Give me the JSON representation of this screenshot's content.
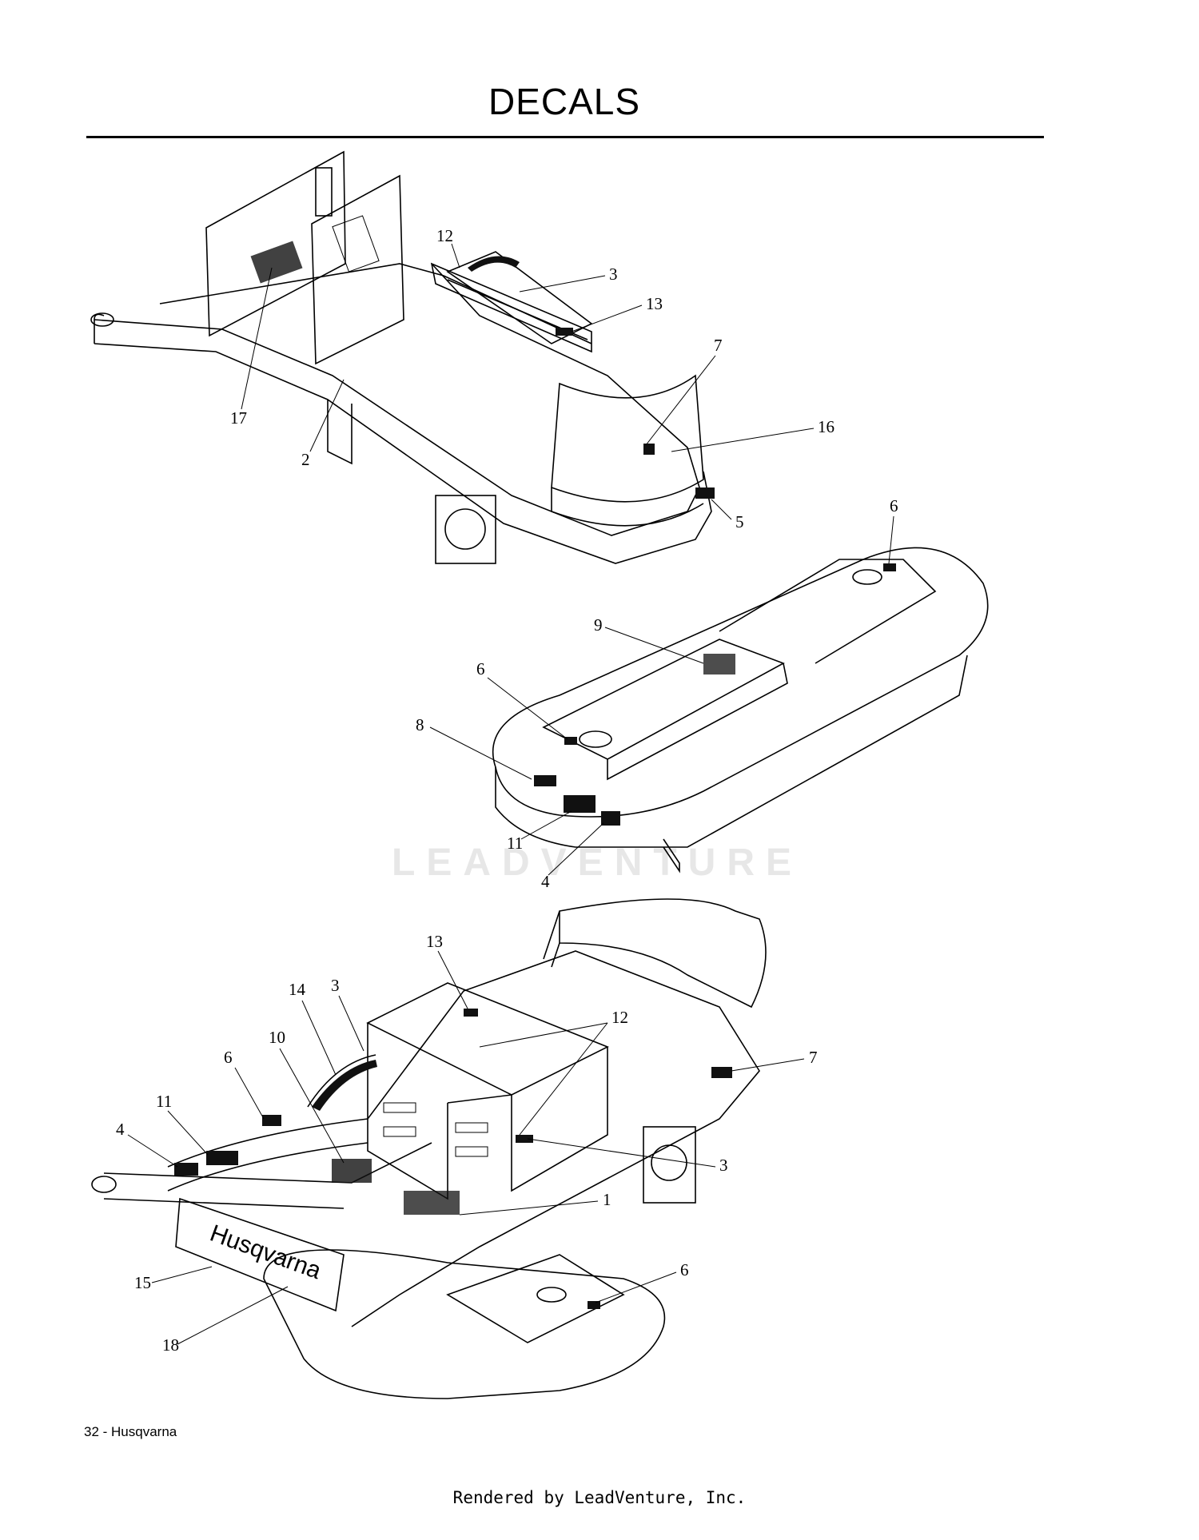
{
  "header": {
    "title": "DECALS"
  },
  "watermark": "LEADVENTURE",
  "footer": {
    "page_label": "32 - Husqvarna",
    "rendered_by": "Rendered by LeadVenture, Inc."
  },
  "brand_text": "Husqvarna",
  "callouts": {
    "frame": [
      "12",
      "3",
      "13",
      "7",
      "16",
      "5",
      "17",
      "2"
    ],
    "deck": [
      "6",
      "9",
      "6",
      "8",
      "11",
      "4"
    ],
    "assembly": [
      "13",
      "14",
      "3",
      "12",
      "10",
      "6",
      "11",
      "4",
      "7",
      "3",
      "1",
      "6",
      "15",
      "18"
    ]
  }
}
